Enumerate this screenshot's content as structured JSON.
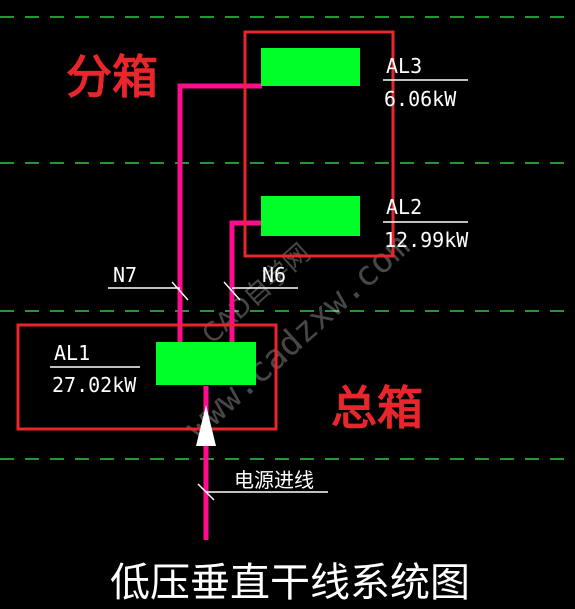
{
  "labels": {
    "sub_box": "分箱",
    "main_box": "总箱",
    "incoming": "电源进线",
    "caption": "低压垂直干线系统图",
    "watermark": "www.cadzxw.com",
    "watermark_cn": "CAD自学网"
  },
  "panels": [
    {
      "id": "AL3",
      "load": "6.06kW"
    },
    {
      "id": "AL2",
      "load": "12.99kW"
    },
    {
      "id": "AL1",
      "load": "27.02kW"
    }
  ],
  "cables": [
    {
      "id": "N7"
    },
    {
      "id": "N6"
    }
  ],
  "colors": {
    "background": "#000000",
    "annotation_red": "#e8262b",
    "cable_magenta": "#ff0d8e",
    "panel_green": "#00ff29",
    "floor_line_green": "#2ecc40",
    "text_white": "#ffffff"
  }
}
